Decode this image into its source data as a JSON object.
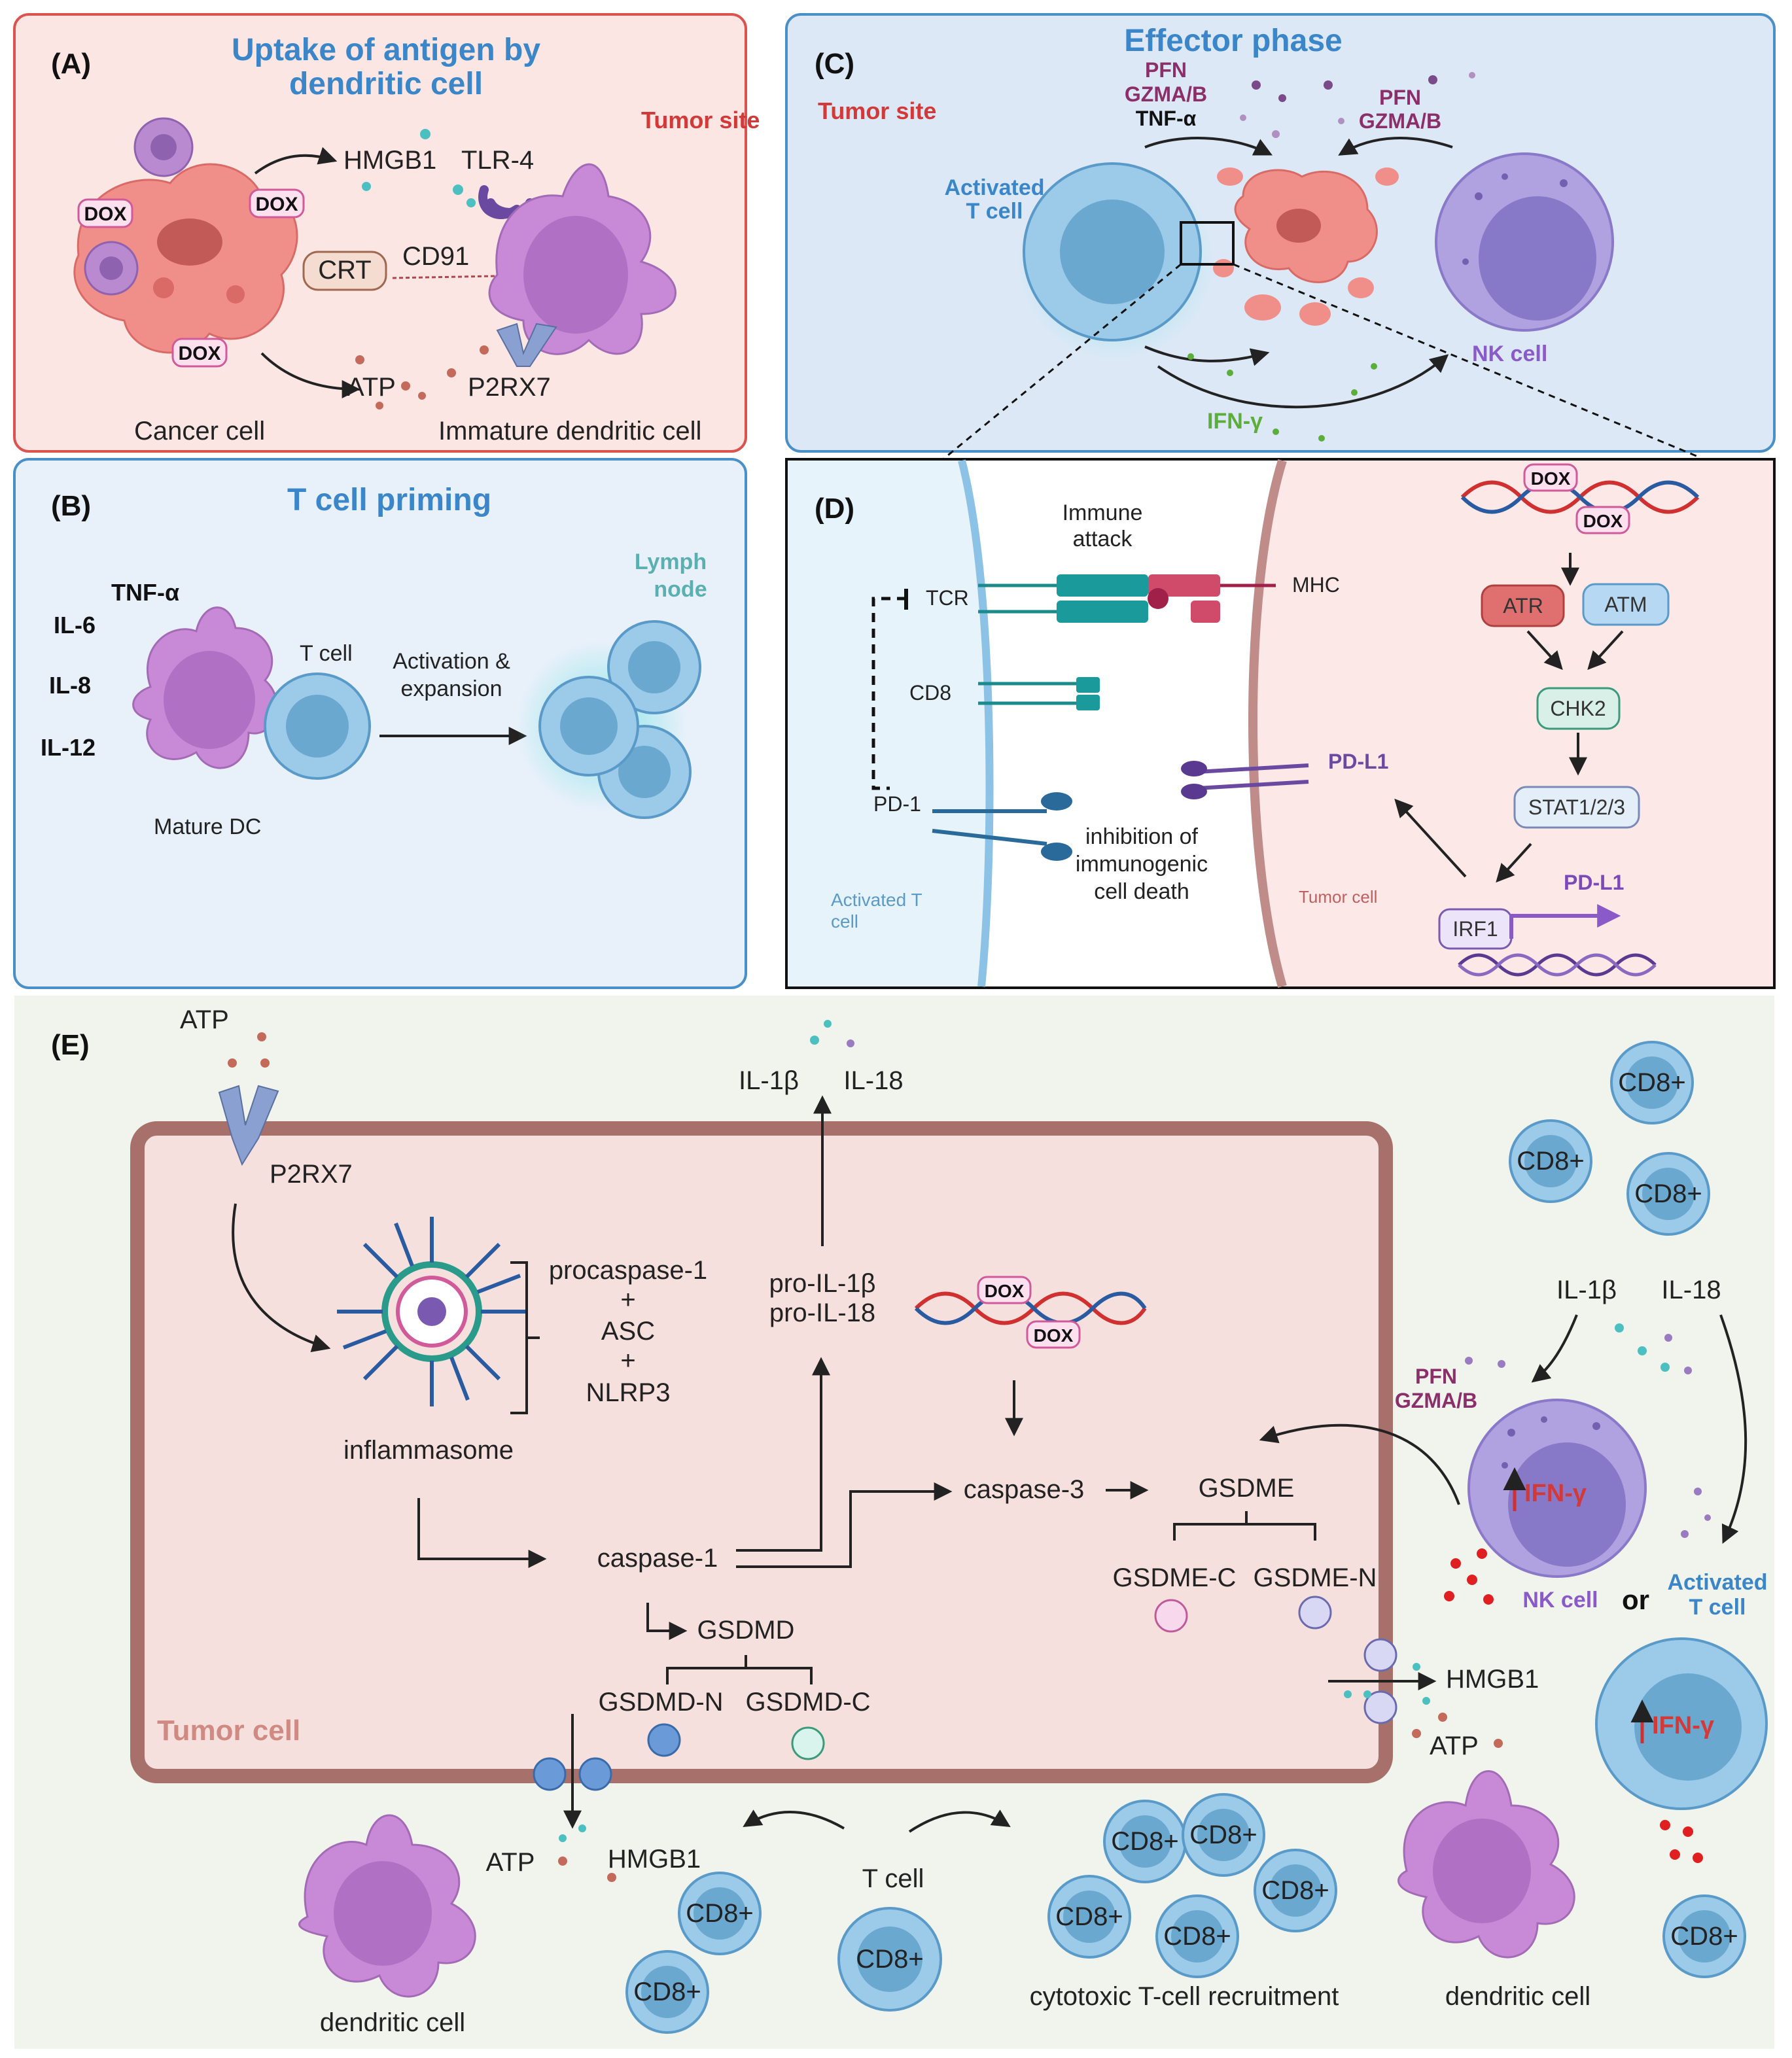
{
  "panels": {
    "A": {
      "letter": "(A)",
      "title_line1": "Uptake  of antigen by",
      "title_line2": "dendritic cell",
      "tumor_site": "Tumor site",
      "dox": "DOX",
      "hmgb1": "HMGB1",
      "tlr4": "TLR-4",
      "crt": "CRT",
      "cd91": "CD91",
      "atp": "ATP",
      "p2rx7": "P2RX7",
      "cancer_cell": "Cancer cell",
      "immature_dc": "Immature dendritic cell"
    },
    "B": {
      "letter": "(B)",
      "title": "T cell priming",
      "tnf": "TNF-α",
      "il6": "IL-6",
      "il8": "IL-8",
      "il12": "IL-12",
      "t_cell": "T cell",
      "activation_line1": "Activation &",
      "activation_line2": "expansion",
      "lymph_line1": "Lymph",
      "lymph_line2": "node",
      "mature_dc": "Mature DC"
    },
    "C": {
      "letter": "(C)",
      "title": "Effector phase",
      "tumor_site": "Tumor site",
      "pfn": "PFN",
      "gzma": "GZMA/B",
      "tnf": "TNF-α",
      "activated_line1": "Activated",
      "activated_line2": "T cell",
      "nk_cell": "NK cell",
      "ifn": "IFN-γ"
    },
    "D": {
      "letter": "(D)",
      "immune_line1": "Immune",
      "immune_line2": "attack",
      "tcr": "TCR",
      "mhc": "MHC",
      "cd8": "CD8",
      "pd1": "PD-1",
      "pdl1": "PD-L1",
      "inhibition_line1": "inhibition of",
      "inhibition_line2": "immunogenic",
      "inhibition_line3": "cell death",
      "activated_line1": "Activated T",
      "activated_line2": "cell",
      "tumor_cell": "Tumor cell",
      "dox": "DOX",
      "atr": "ATR",
      "atm": "ATM",
      "chk2": "CHK2",
      "stat": "STAT1/2/3",
      "irf1": "IRF1",
      "pdl1_gene": "PD-L1"
    },
    "E": {
      "letter": "(E)",
      "atp": "ATP",
      "p2rx7": "P2RX7",
      "il1b": "IL-1β",
      "il18": "IL-18",
      "procaspase": "procaspase-1",
      "plus": "+",
      "asc": "ASC",
      "nlrp3": "NLRP3",
      "inflammasome": "inflammasome",
      "pro_il1b": "pro-IL-1β",
      "pro_il18": "pro-IL-18",
      "dox": "DOX",
      "caspase3": "caspase-3",
      "gsdme": "GSDME",
      "gsdme_c": "GSDME-C",
      "gsdme_n": "GSDME-N",
      "caspase1": "caspase-1",
      "gsdmd": "GSDMD",
      "gsdmd_n": "GSDMD-N",
      "gsdmd_c": "GSDMD-C",
      "tumor_cell": "Tumor cell",
      "hmgb1": "HMGB1",
      "cd8": "CD8+",
      "pfn": "PFN",
      "gzma": "GZMA/B",
      "ifn": "IFN-γ",
      "nk_cell": "NK cell",
      "or": "or",
      "activated_line1": "Activated",
      "activated_line2": "T cell",
      "t_cell": "T cell",
      "recruitment": "cytotoxic T-cell recruitment",
      "dendritic": "dendritic cell"
    }
  },
  "colors": {
    "panel_a_bg": "#fbe6e4",
    "panel_a_border": "#d9534f",
    "panel_b_bg": "#e8f0fa",
    "panel_blue_border": "#4a90c8",
    "panel_c_bg": "#dce8f6",
    "panel_d_bg": "#ffffff",
    "panel_e_bg": "#f1f4ec",
    "tumor_fill": "#f6e0dd",
    "tumor_border": "#a8706a",
    "cancer": "#f08f8a",
    "dc": "#c88ad6",
    "tcell": "#8cc2e6",
    "nk": "#9a8ad6",
    "title_blue": "#3a86c8"
  }
}
